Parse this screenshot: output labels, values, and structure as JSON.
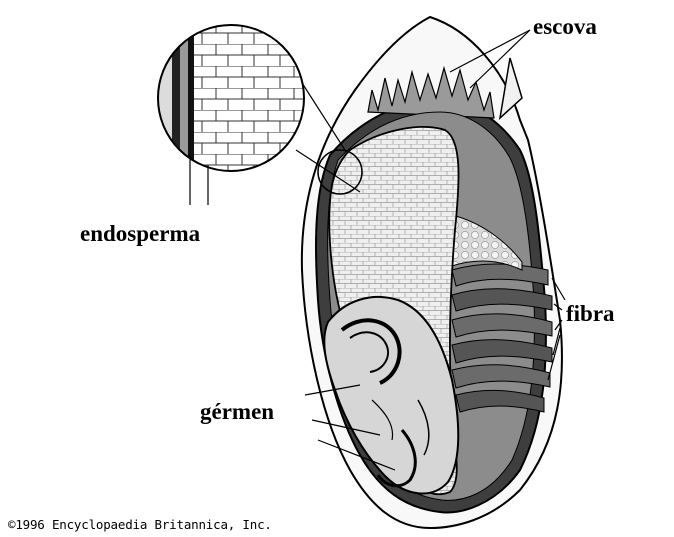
{
  "labels": {
    "escova": "escova",
    "endosperma": "endosperma",
    "fibra": "fibra",
    "germen": "gérmen"
  },
  "credit": "©1996 Encyclopaedia Britannica, Inc.",
  "colors": {
    "background": "#ffffff",
    "outline": "#000000",
    "husk": "#f7f7f7",
    "endosperm": "#ececec",
    "bran_dark": "#4a4a4a",
    "bran_mid": "#8a8a8a",
    "germ": "#d8d8d8"
  }
}
